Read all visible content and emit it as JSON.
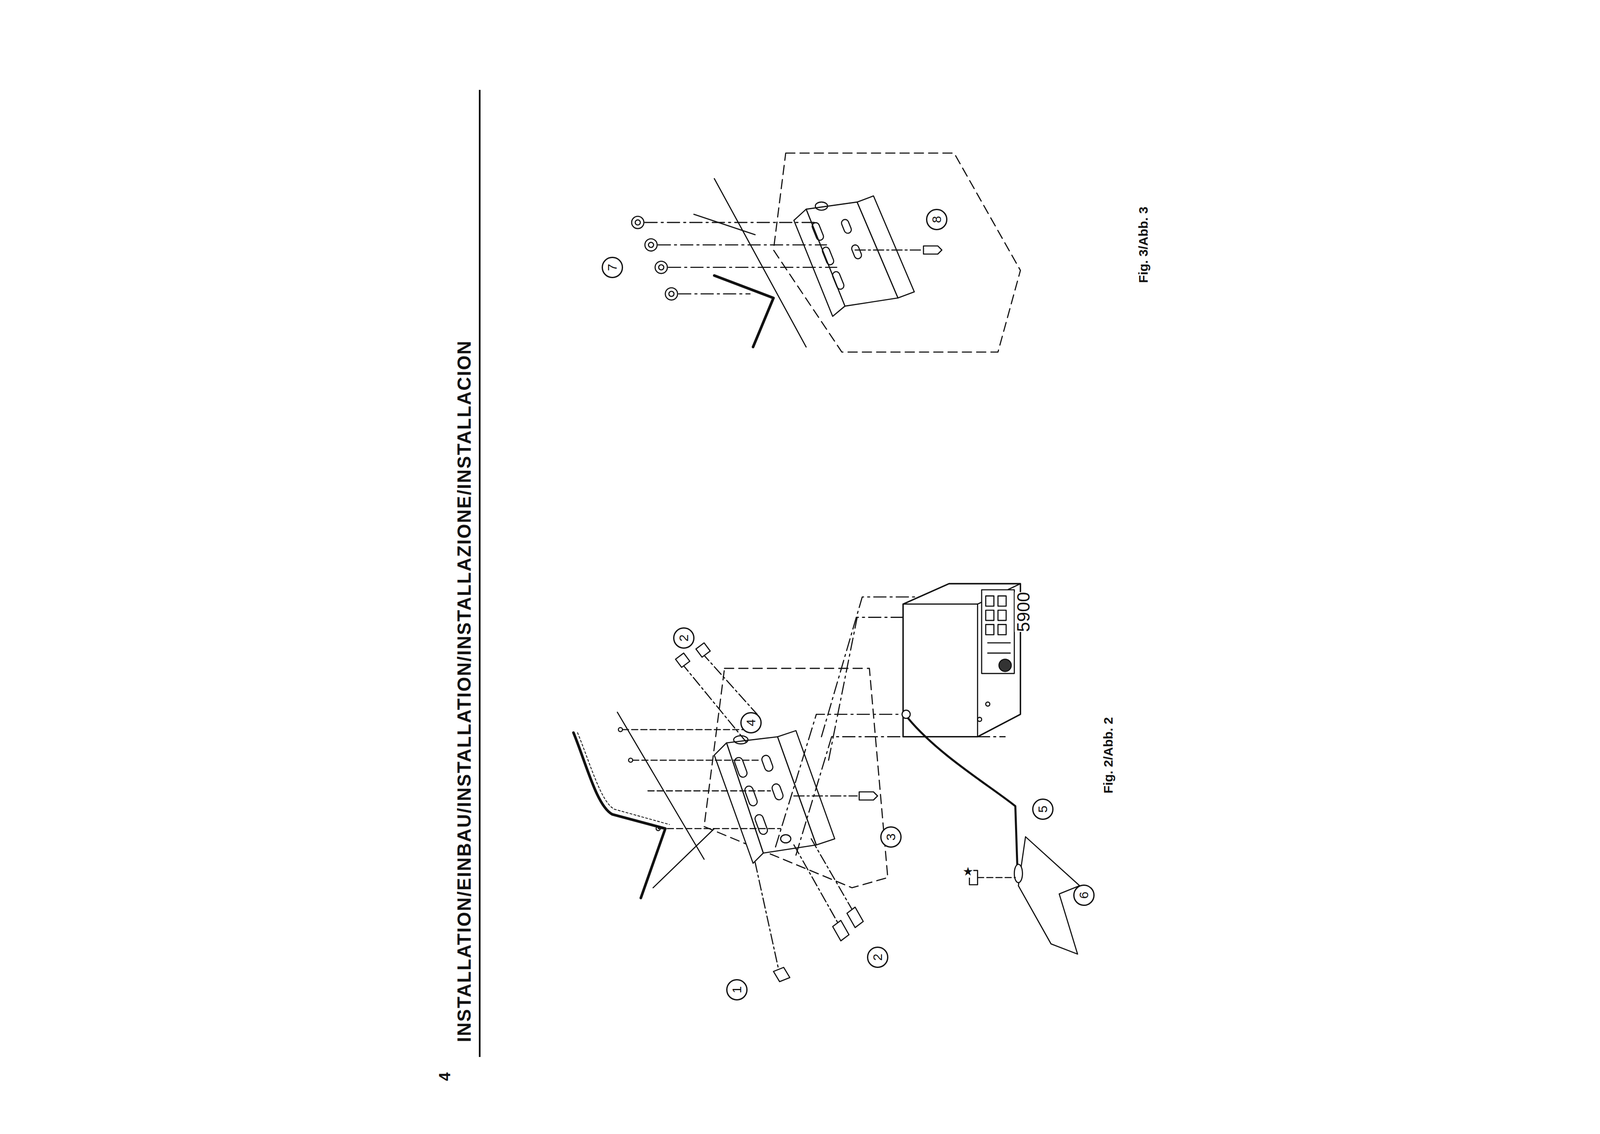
{
  "diagram": {
    "title": "INSTALLATION/EINBAU/INSTALLATION/INSTALLAZIONE/INSTALLACION",
    "nodes": [
      {
        "text": [
          "1"
        ]
      },
      {
        "text": [
          "2"
        ]
      },
      {
        "text": [
          "2"
        ]
      },
      {
        "text": [
          "3"
        ]
      },
      {
        "text": [
          "4"
        ]
      },
      {
        "text": [
          "5"
        ]
      },
      {
        "text": [
          "6"
        ]
      },
      {
        "text": [
          "7"
        ]
      },
      {
        "text": [
          "8"
        ]
      }
    ],
    "labels": [
      "5900",
      "Fig. 2/Abb. 2",
      "★",
      "Fig. 3/Abb. 3",
      "4"
    ]
  }
}
